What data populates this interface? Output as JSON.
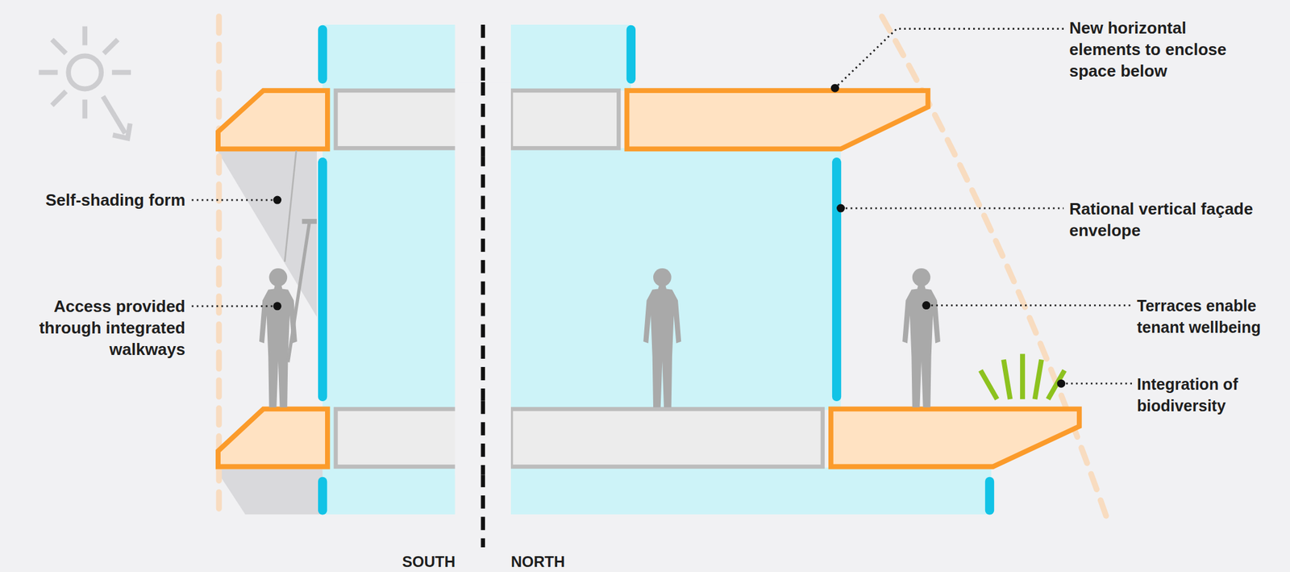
{
  "diagram": {
    "labels": [
      "New horizontal elements to enclose space below",
      "Self-shading form",
      "Access provided through integrated walkways",
      "Rational vertical façade envelope",
      "Terraces enable tenant wellbeing",
      "Integration of biodiversity",
      "SOUTH",
      "NORTH"
    ]
  }
}
